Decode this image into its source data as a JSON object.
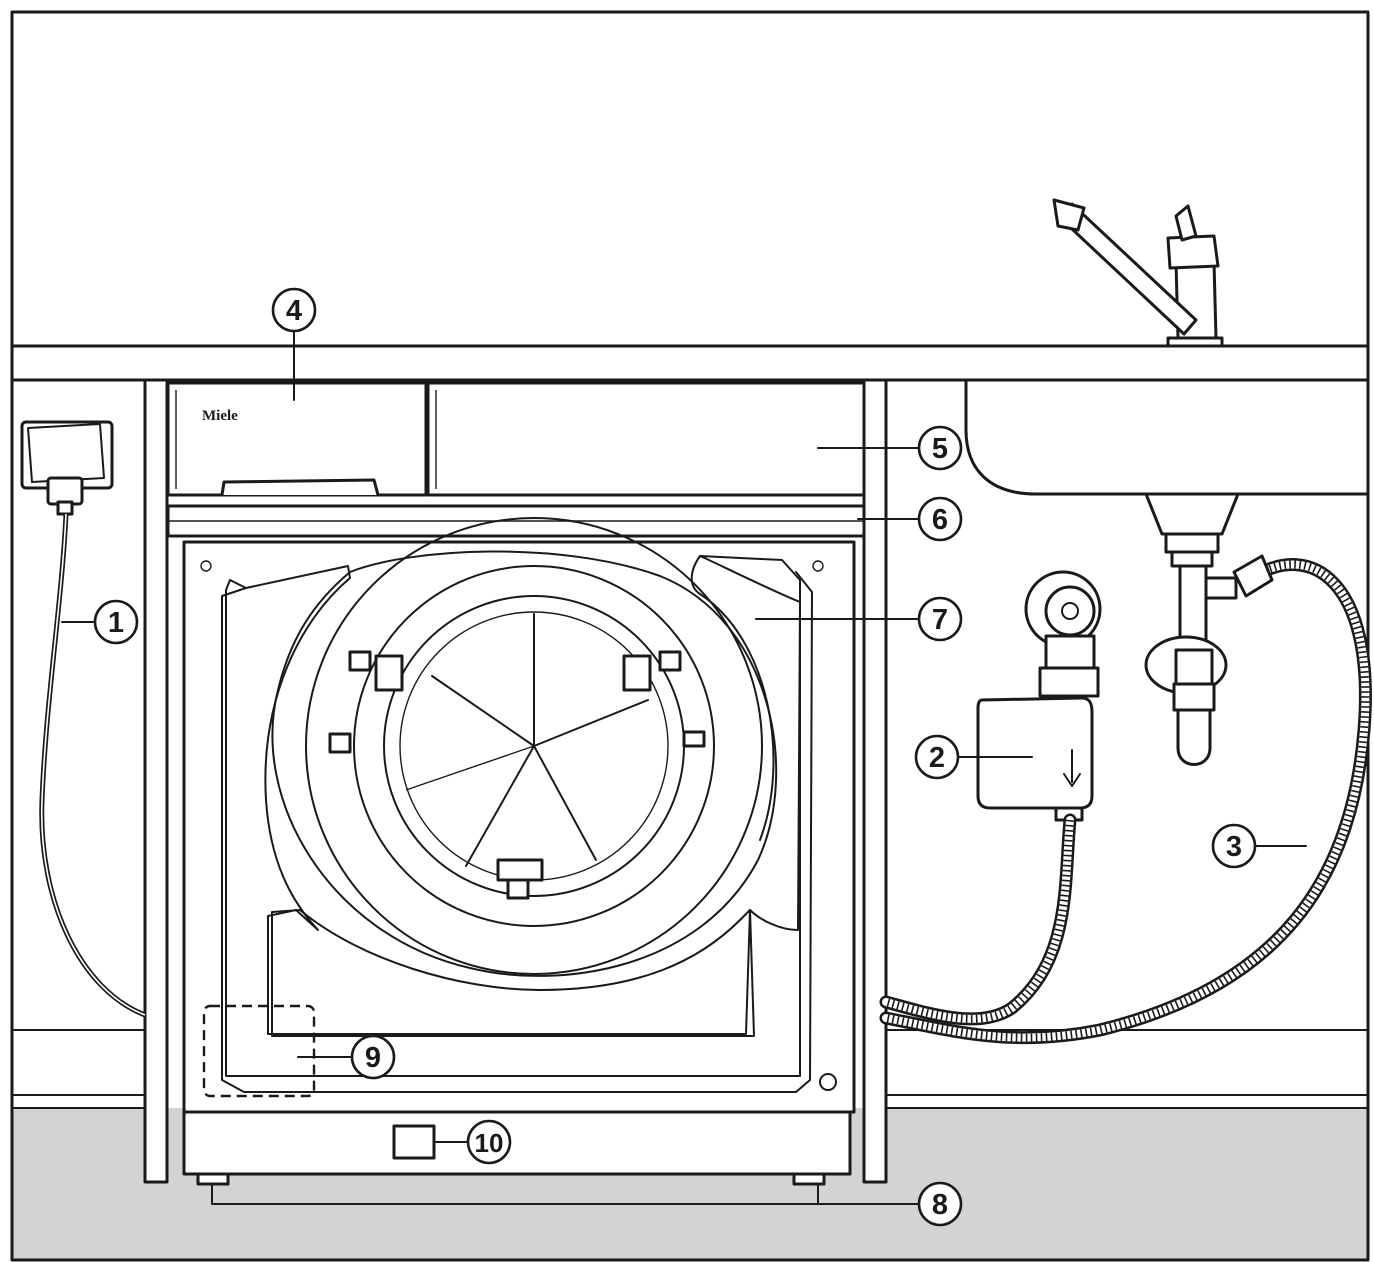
{
  "brand_label": "Miele",
  "callouts": [
    {
      "id": "1",
      "label": "1"
    },
    {
      "id": "2",
      "label": "2"
    },
    {
      "id": "3",
      "label": "3"
    },
    {
      "id": "4",
      "label": "4"
    },
    {
      "id": "5",
      "label": "5"
    },
    {
      "id": "6",
      "label": "6"
    },
    {
      "id": "7",
      "label": "7"
    },
    {
      "id": "8",
      "label": "8"
    },
    {
      "id": "9",
      "label": "9"
    },
    {
      "id": "10",
      "label": "10"
    }
  ],
  "colors": {
    "line": "#1a1a1a",
    "floor": "#d3d3d3",
    "background": "#ffffff"
  },
  "icons": [
    "power-socket-icon",
    "water-tap-icon",
    "sink-icon",
    "water-stop-valve-icon",
    "drain-trap-icon"
  ]
}
